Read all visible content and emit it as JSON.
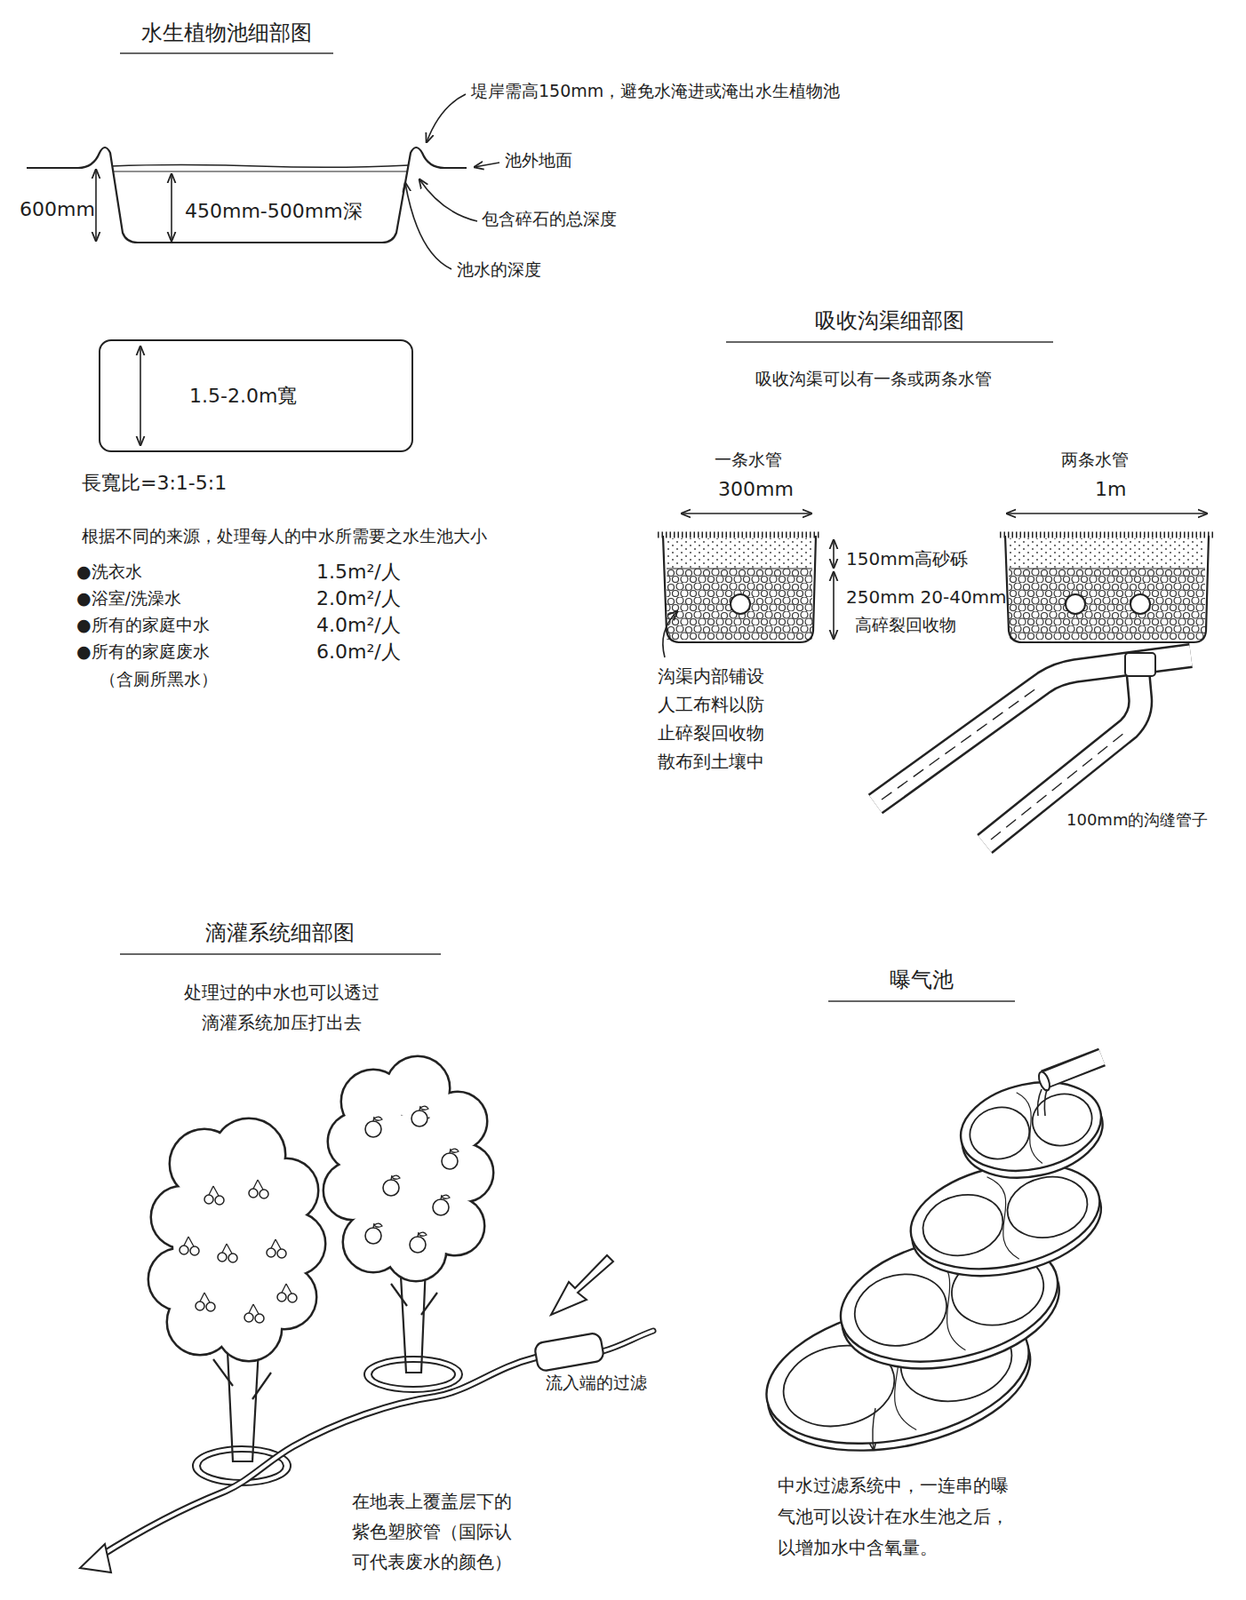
{
  "diagram": {
    "nodes": [
      {
        "text": [
          "1.5-2.0m寬"
        ]
      }
    ],
    "labels": [
      "水生植物池细部图",
      "堤岸需高150mm，避免水淹进或淹出水生植物池",
      "池外地面",
      "600mm",
      "450mm-500mm深",
      "包含碎石的总深度",
      "池水的深度",
      "長寬比=3:1-5:1",
      "根据不同的来源，处理每人的中水所需要之水生池大小",
      "●洗衣水",
      "1.5m²/人",
      "●浴室/洗澡水",
      "2.0m²/人",
      "●所有的家庭中水",
      "4.0m²/人",
      "●所有的家庭废水",
      "6.0m²/人",
      "（含厕所黑水）",
      "吸收沟渠细部图",
      "吸收沟渠可以有一条或两条水管",
      "一条水管",
      "300mm",
      "两条水管",
      "1m",
      "150mm高砂砾",
      "250mm 20-40mm",
      "高碎裂回收物",
      "沟渠内部铺设 人工布料以防 止碎裂回收物 散布到土壤中",
      "100mm的沟缝管子",
      "滴灌系统细部图",
      "处理过的中水也可以透过 滴灌系统加压打出去",
      "流入端的过滤",
      "在地表上覆盖层下的 紫色塑胶管（国际认 可代表废水的颜色）",
      "曝气池",
      "中水过滤系统中，一连串的曝 气池可以设计在水生池之后， 以增加水中含氧量。"
    ]
  }
}
